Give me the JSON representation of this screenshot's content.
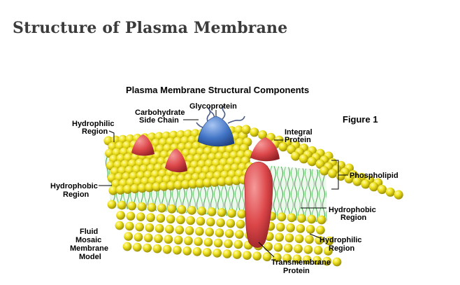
{
  "page_title": "Structure of Plasma Membrane",
  "diagram": {
    "title": "Plasma Membrane Structural Components",
    "figure_label": "Figure 1",
    "labels": {
      "hydrophilic_top_1": "Hydrophilic",
      "hydrophilic_top_2": "Region",
      "carbohydrate_1": "Carbohydrate",
      "carbohydrate_2": "Side Chain",
      "glycoprotein": "Glycoprotein",
      "integral_1": "Integral",
      "integral_2": "Protein",
      "phospholipid": "Phospholipid",
      "hydrophobic_left_1": "Hydrophobic",
      "hydrophobic_left_2": "Region",
      "hydrophobic_right_1": "Hydrophobic",
      "hydrophobic_right_2": "Region",
      "hydrophilic_bottom_1": "Hydrophilic",
      "hydrophilic_bottom_2": "Region",
      "fluid_mosaic_1": "Fluid",
      "fluid_mosaic_2": "Mosaic",
      "fluid_mosaic_3": "Membrane",
      "fluid_mosaic_4": "Model",
      "transmembrane_1": "Transmembrane",
      "transmembrane_2": "Protein"
    },
    "colors": {
      "phospholipid_head": "#e8de1a",
      "lipid_tail": "#2f9a3c",
      "integral_protein": "#d9474a",
      "glycoprotein": "#3f72c4",
      "carbohydrate_chain": "#4c5e86"
    }
  }
}
